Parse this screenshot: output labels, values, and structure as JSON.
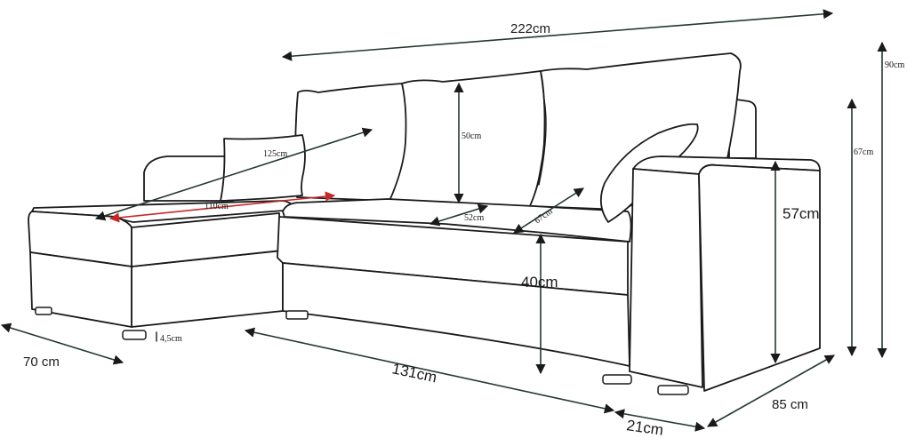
{
  "diagram": {
    "dimensions": {
      "total_width": "222cm",
      "total_height": "90cm",
      "armrest_height": "67cm",
      "front_height": "57cm",
      "seat_height": "40cm",
      "back_cushion_height": "50cm",
      "chaise_depth_diagonal": "125cm",
      "chaise_length": "110cm",
      "seat_depth": "52cm",
      "seat_depth_diagonal": "67cm",
      "sofa_front_length": "131cm",
      "chaise_width": "70 cm",
      "armrest_width": "21cm",
      "sofa_depth": "85 cm",
      "leg_height": "4,5cm"
    },
    "colors": {
      "outline": "#1a1a1a",
      "dimension_arrow": "#233a2c",
      "highlight_arrow": "#c62828"
    }
  }
}
